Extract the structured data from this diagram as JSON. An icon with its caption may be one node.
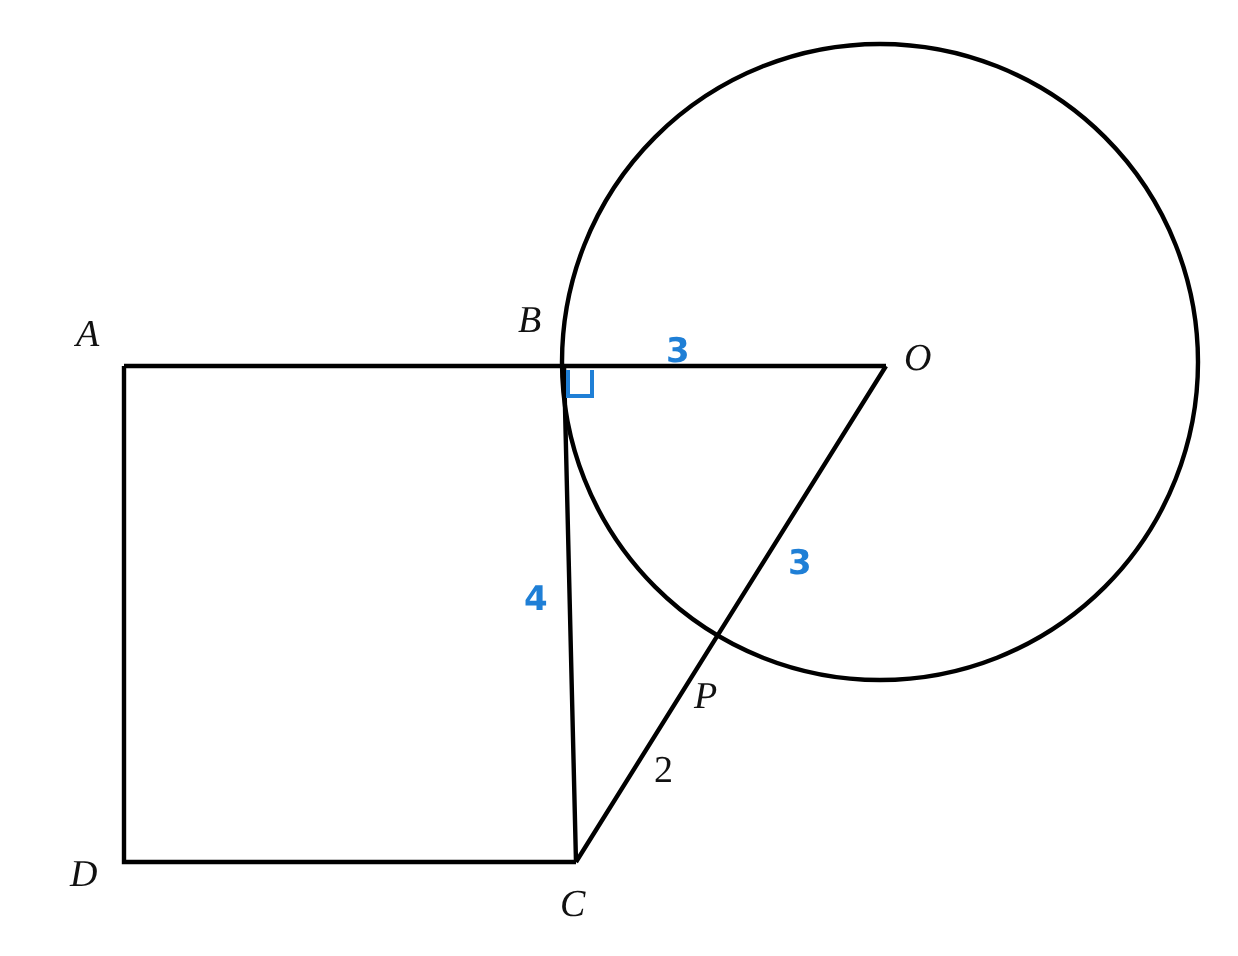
{
  "diagram": {
    "labels": [
      "A",
      "B",
      "3",
      "O",
      "4",
      "3",
      "P",
      "2",
      "D",
      "C"
    ]
  }
}
